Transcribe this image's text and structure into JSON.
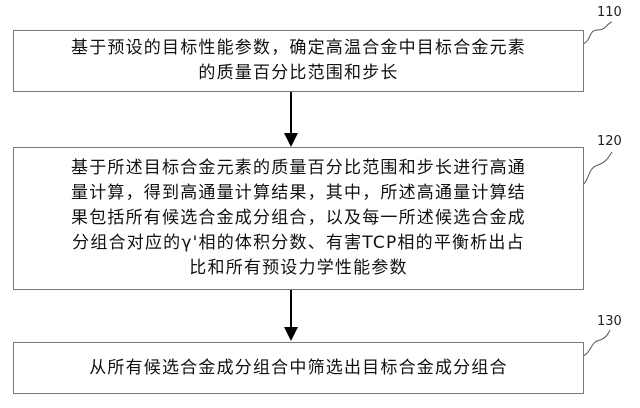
{
  "steps": [
    {
      "id": "110",
      "lines": [
        "基于预设的目标性能参数，确定高温合金中目标合金元素",
        "的质量百分比范围和步长"
      ]
    },
    {
      "id": "120",
      "lines": [
        "基于所述目标合金元素的质量百分比范围和步长进行高通",
        "量计算，得到高通量计算结果，其中，所述高通量计算结",
        "果包括所有候选合金成分组合，以及每一所述候选合金成",
        "分组合对应的γ'相的体积分数、有害TCP相的平衡析出占",
        "比和所有预设力学性能参数"
      ]
    },
    {
      "id": "130",
      "lines": [
        "从所有候选合金成分组合中筛选出目标合金成分组合"
      ]
    }
  ]
}
